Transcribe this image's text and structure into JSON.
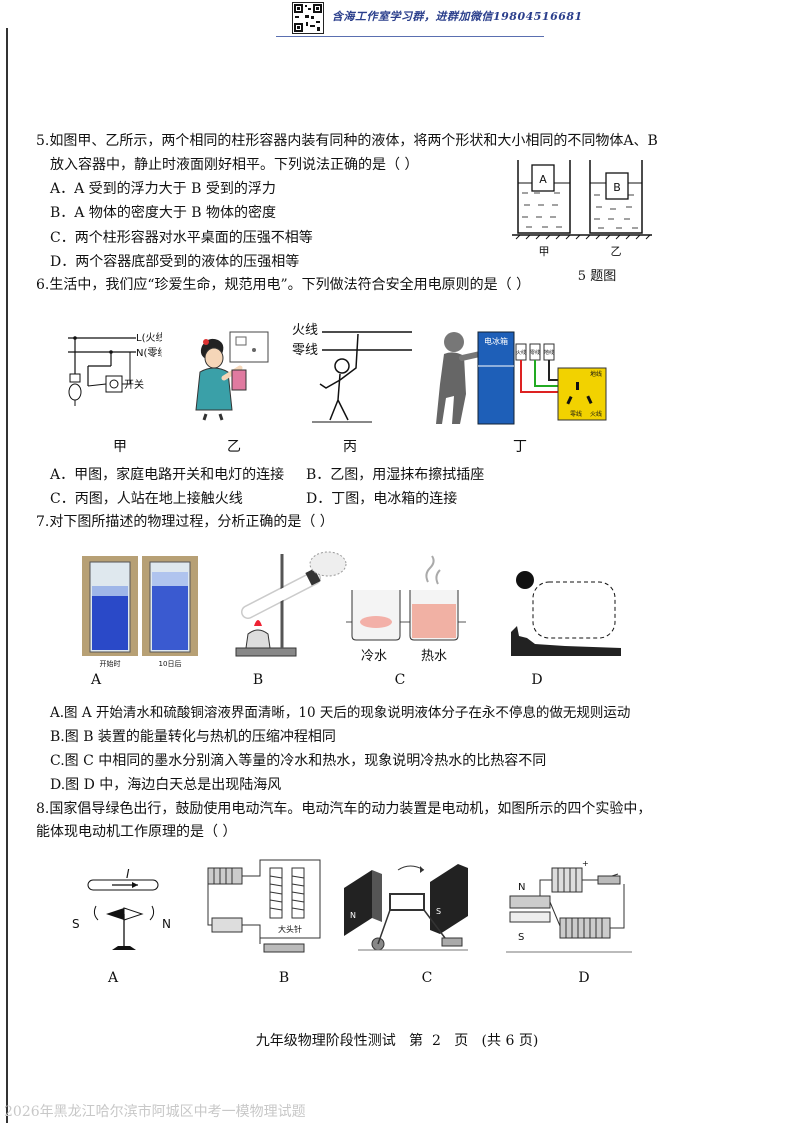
{
  "header": {
    "note": "含海工作室学习群，进群加微信19804516681"
  },
  "q5": {
    "stem_line1": "5.如图甲、乙所示，两个相同的柱形容器内装有同种的液体，将两个形状和大小相同的不同物体A、B",
    "stem_line2": "放入容器中，静止时液面刚好相平。下列说法正确的是（     ）",
    "options": [
      "A．A 受到的浮力大于 B 受到的浮力",
      "B．A 物体的密度大于 B 物体的密度",
      "C．两个柱形容器对水平桌面的压强不相等",
      "D．两个容器底部受到的液体的压强相等"
    ],
    "fig_labels": [
      "A",
      "B",
      "甲",
      "乙"
    ],
    "fig_caption": "5 题图"
  },
  "q6": {
    "stem": "6.生活中，我们应“珍爱生命，规范用电”。下列做法符合安全用电原则的是（     ）",
    "fig_text": {
      "jia_L": "L(火线)",
      "jia_N": "N(零线)",
      "jia_switch": "开关",
      "bing_live": "火线",
      "bing_neutral": "零线",
      "ding_fridge": "电冰箱",
      "ding_wire1": "火线",
      "ding_wire2": "零线",
      "ding_wire3": "地线",
      "ding_ground": "地线",
      "ding_neutral": "零线",
      "ding_live": "火线"
    },
    "captions": [
      "甲",
      "乙",
      "丙",
      "丁"
    ],
    "options": [
      "A．甲图，家庭电路开关和电灯的连接",
      "B．乙图，用湿抹布擦拭插座",
      "C．丙图，人站在地上接触火线",
      "D．丁图，电冰箱的连接"
    ]
  },
  "q7": {
    "stem": "7.对下图所描述的物理过程，分析正确的是（     ）",
    "photo_labels": [
      "开始时",
      "10日后"
    ],
    "cold": "冷水",
    "hot": "热水",
    "captions": [
      "A",
      "B",
      "C",
      "D"
    ],
    "options": [
      "A.图 A 开始清水和硫酸铜溶液界面清晰，10 天后的现象说明液体分子在永不停息的做无规则运动",
      "B.图 B 装置的能量转化与热机的压缩冲程相同",
      "C.图 C 中相同的墨水分别滴入等量的冷水和热水，现象说明冷热水的比热容不同",
      "D.图 D 中，海边白天总是出现陆海风"
    ]
  },
  "q8": {
    "stem_line1": "8.国家倡导绿色出行，鼓励使用电动汽车。电动汽车的动力装置是电动机，如图所示的四个实验中，",
    "stem_line2": "能体现电动机工作原理的是（     ）",
    "fig_text": {
      "current": "I",
      "s": "S",
      "n": "N",
      "pin": "大头针",
      "magnet_n": "N",
      "magnet_s": "S",
      "d_n": "N",
      "d_s": "S"
    },
    "captions": [
      "A",
      "B",
      "C",
      "D"
    ]
  },
  "footer": {
    "text": "九年级物理阶段性测试   第  2   页   (共 6 页)"
  },
  "watermark": "2026年黑龙江哈尔滨市阿城区中考一模物理试题"
}
